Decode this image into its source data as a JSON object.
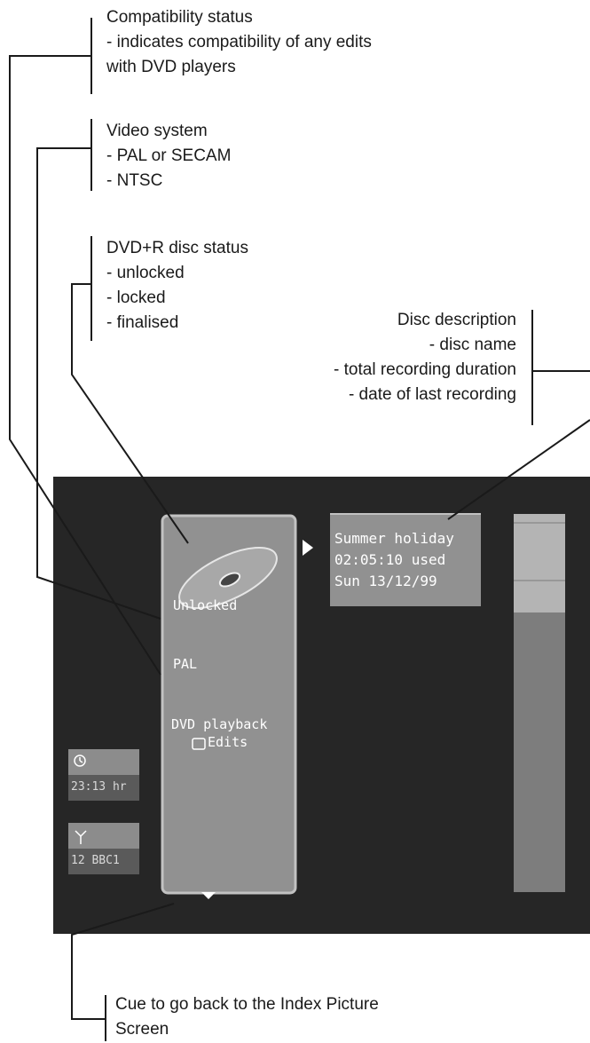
{
  "callouts": {
    "compat": {
      "title": "Compatibility status",
      "line1": "- indicates compatibility of any edits",
      "line2": "with DVD players"
    },
    "video": {
      "title": "Video system",
      "line1": "- PAL or SECAM",
      "line2": "- NTSC"
    },
    "disc_status": {
      "title": "DVD+R disc status",
      "line1": "- unlocked",
      "line2": "- locked",
      "line3": "- finalised"
    },
    "disc_desc": {
      "title": "Disc description",
      "line1": "- disc name",
      "line2": "- total recording duration",
      "line3": "- date of last recording"
    },
    "cue": {
      "line1": "Cue to go back to the Index Picture",
      "line2": "Screen"
    }
  },
  "screen": {
    "status": "Unlocked",
    "video_system": "PAL",
    "compat_line1": "DVD playback",
    "compat_line2": "Edits",
    "disc_name": "Summer holiday",
    "disc_used": "02:05:10 used",
    "disc_date": "Sun 13/12/99",
    "clock_time": "23:13 hr",
    "channel": "12 BBC1"
  },
  "colors": {
    "screen_bg": "#262626",
    "panel_fill": "#919191",
    "panel_border": "#c2c2c2",
    "scrollbar_fill": "#7d7d7d",
    "scrollbar_thumb": "#b4b4b4",
    "osd_text": "#ffffff"
  },
  "icons": [
    "disc-icon",
    "clock-icon",
    "antenna-icon",
    "checkbox-icon",
    "arrow-right-icon",
    "arrow-down-icon"
  ]
}
